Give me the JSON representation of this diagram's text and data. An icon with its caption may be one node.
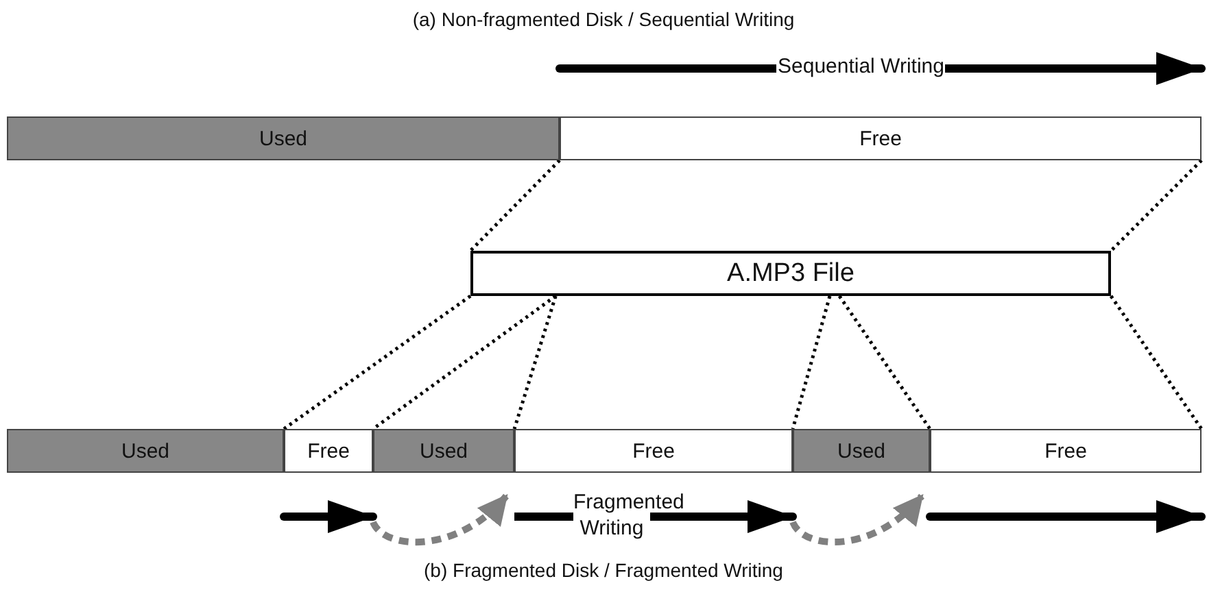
{
  "diagram": {
    "nodes": [
      {
        "text": [
          "Used"
        ]
      },
      {
        "text": [
          "Free"
        ]
      },
      {
        "text": [
          "A.MP3 File"
        ]
      },
      {
        "text": [
          "Used"
        ]
      },
      {
        "text": [
          "Free"
        ]
      },
      {
        "text": [
          "Used"
        ]
      },
      {
        "text": [
          "Free"
        ]
      },
      {
        "text": [
          "Used"
        ]
      },
      {
        "text": [
          "Free"
        ]
      }
    ],
    "edges": [
      {
        "from": 1,
        "to": 2,
        "arrow": "none",
        "style": "dashed"
      },
      {
        "from": 1,
        "to": 2,
        "arrow": "none",
        "style": "dashed"
      },
      {
        "from": 2,
        "to": 4,
        "arrow": "none",
        "style": "dashed"
      },
      {
        "from": 2,
        "to": 4,
        "arrow": "none",
        "style": "dashed"
      },
      {
        "from": 2,
        "to": 6,
        "arrow": "none",
        "style": "dashed"
      },
      {
        "from": 2,
        "to": 6,
        "arrow": "none",
        "style": "dashed"
      },
      {
        "from": 2,
        "to": 8,
        "arrow": "none",
        "style": "dashed"
      },
      {
        "from": 2,
        "to": 8,
        "arrow": "none",
        "style": "dashed"
      }
    ],
    "labels": [
      "(a) Non-fragmented Disk / Sequential Writing",
      "Sequential Writing",
      "Fragmented Writing",
      "(b) Fragmented Disk / Fragmented Writing"
    ]
  }
}
